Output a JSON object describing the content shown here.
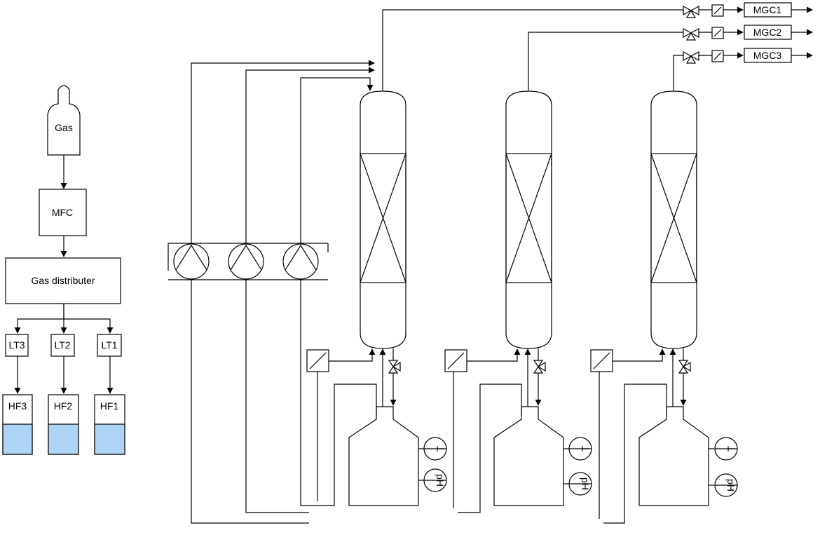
{
  "colors": {
    "line": "#000000",
    "liquid": "#aed4f5",
    "background": "#ffffff"
  },
  "labels": {
    "gas": "Gas",
    "mfc": "MFC",
    "distributer": "Gas distributer",
    "lt3": "LT3",
    "lt2": "LT2",
    "lt1": "LT1",
    "hf3": "HF3",
    "hf2": "HF2",
    "hf1": "HF1",
    "mgc1": "MGC1",
    "mgc2": "MGC2",
    "mgc3": "MGC3",
    "t_sensor": "T",
    "ph_sensor": "pH"
  },
  "icons": {
    "pump": "pump-icon",
    "valve": "valve-icon",
    "filter": "filter-icon",
    "sensor": "sensor-icon",
    "cylinder": "gas-cylinder-icon"
  }
}
